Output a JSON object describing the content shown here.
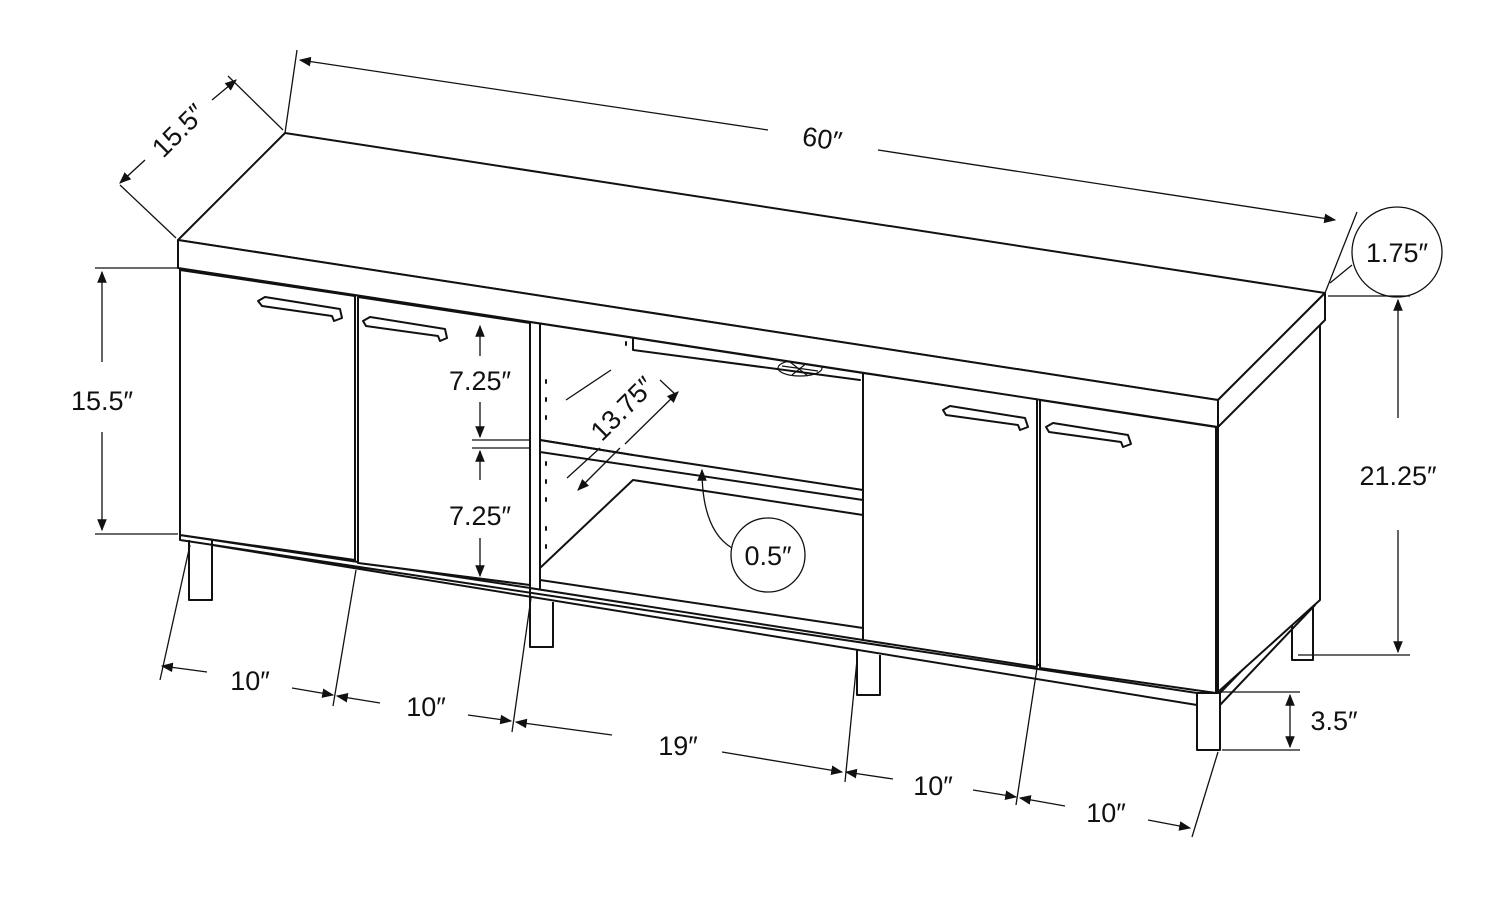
{
  "diagram": {
    "colors": {
      "line": "#111111",
      "background": "#ffffff"
    },
    "dimensions": {
      "width": "60″",
      "depth": "15.5″",
      "top_thickness": "1.75″",
      "total_height": "21.25″",
      "cabinet_height": "15.5″",
      "shelf_upper": "7.25″",
      "shelf_lower": "7.25″",
      "shelf_depth": "13.75″",
      "shelf_thickness": "0.5″",
      "leg_height": "3.5″",
      "door_1": "10″",
      "door_2": "10″",
      "center_opening": "19″",
      "door_3": "10″",
      "door_4": "10″"
    }
  }
}
